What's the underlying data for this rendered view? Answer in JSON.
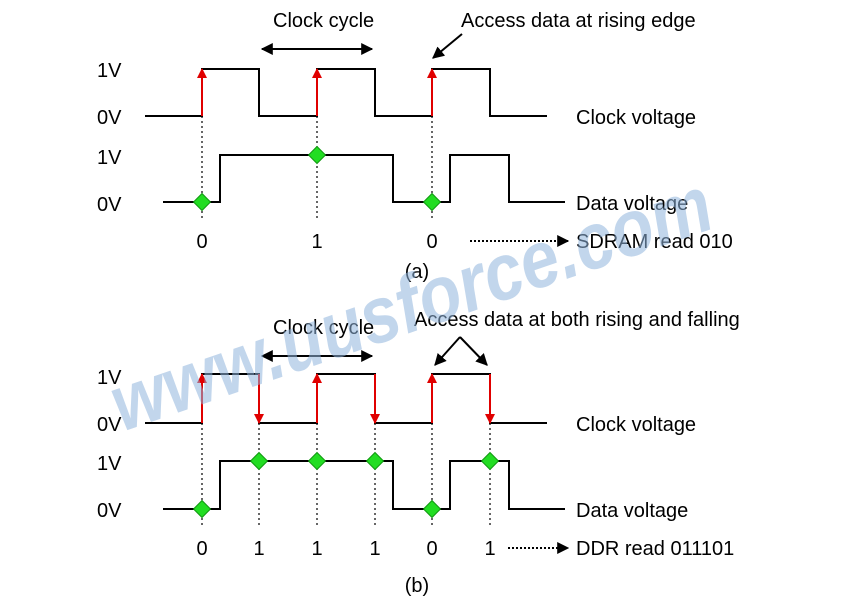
{
  "top": {
    "clock_cycle_label": "Clock cycle",
    "access_label": "Access data at rising edge",
    "v1_clock": "1V",
    "v0_clock": "0V",
    "v1_data": "1V",
    "v0_data": "0V",
    "clock_voltage": "Clock voltage",
    "data_voltage": "Data voltage",
    "bits": [
      "0",
      "1",
      "0"
    ],
    "result": "SDRAM read 010",
    "caption": "(a)"
  },
  "bottom": {
    "clock_cycle_label": "Clock cycle",
    "access_label": "Access data at both rising and falling",
    "v1_clock": "1V",
    "v0_clock": "0V",
    "v1_data": "1V",
    "v0_data": "0V",
    "clock_voltage": "Clock voltage",
    "data_voltage": "Data voltage",
    "bits": [
      "0",
      "1",
      "1",
      "1",
      "0",
      "1"
    ],
    "result": "DDR read 011101",
    "caption": "(b)"
  },
  "watermark": "www.uusforce.com",
  "colors": {
    "edge_arrow": "#e00000",
    "sample_marker": "#22dd22",
    "watermark": "#8fb4dd"
  }
}
